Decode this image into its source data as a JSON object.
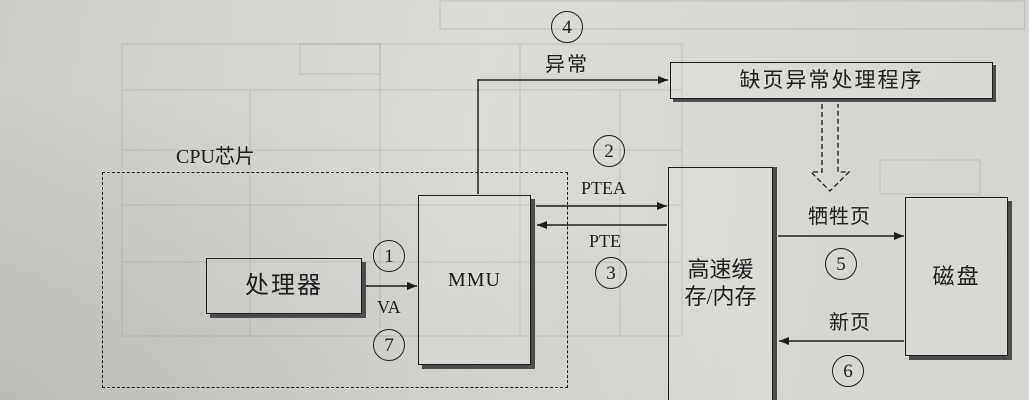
{
  "colors": {
    "paper": "#d8d8d4",
    "ink": "#1e1e1e",
    "shadow": "#4d4d4d"
  },
  "diagram": {
    "cpu_chip": {
      "label": "CPU芯片"
    },
    "processor": {
      "label": "处理器"
    },
    "mmu": {
      "label": "MMU"
    },
    "memory": {
      "line1": "高速缓",
      "line2": "存/内存"
    },
    "handler": {
      "label": "缺页异常处理程序"
    },
    "disk": {
      "label": "磁盘"
    },
    "edges": {
      "va": {
        "label": "VA",
        "steps": [
          "1",
          "7"
        ]
      },
      "ptea": {
        "label": "PTEA",
        "step": "2"
      },
      "pte": {
        "label": "PTE",
        "step": "3"
      },
      "exception": {
        "label": "异常",
        "step": "4"
      },
      "victim_page": {
        "label": "牺牲页",
        "step": "5"
      },
      "new_page": {
        "label": "新页",
        "step": "6"
      }
    }
  }
}
